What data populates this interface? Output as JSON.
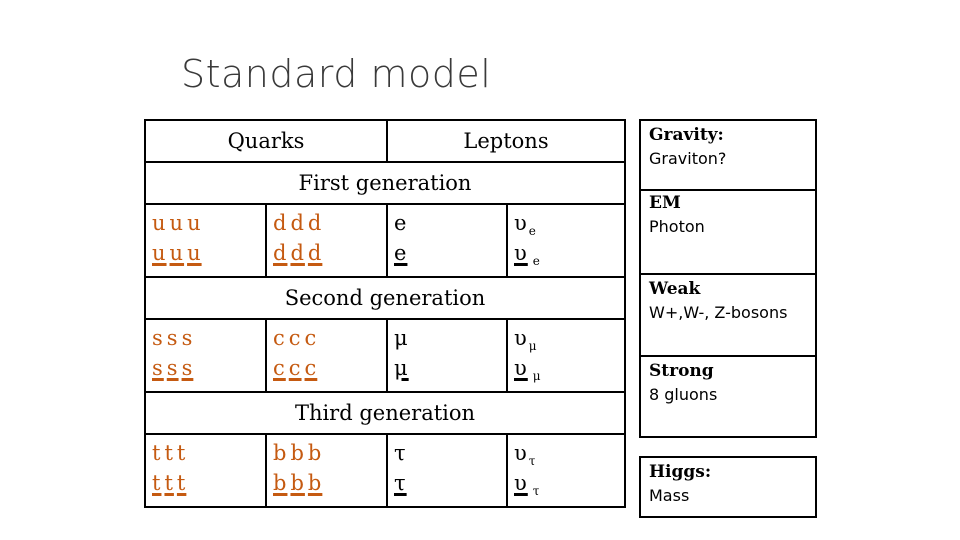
{
  "title": "Standard model",
  "headers": {
    "quarks": "Quarks",
    "leptons": "Leptons"
  },
  "generations": [
    {
      "label": "First generation",
      "q1": [
        "u",
        "u",
        "u"
      ],
      "q2": [
        "d",
        "d",
        "d"
      ],
      "lep": "e",
      "nu": "υ",
      "nu_sub": "e"
    },
    {
      "label": "Second generation",
      "q1": [
        "s",
        "s",
        "s"
      ],
      "q2": [
        "c",
        "c",
        "c"
      ],
      "lep": "μ",
      "nu": "υ",
      "nu_sub": "μ"
    },
    {
      "label": "Third generation",
      "q1": [
        "t",
        "t",
        "t"
      ],
      "q2": [
        "b",
        "b",
        "b"
      ],
      "lep": "τ",
      "nu": "υ",
      "nu_sub": "τ"
    }
  ],
  "forces": [
    {
      "name": "Gravity:",
      "carrier": "Graviton?"
    },
    {
      "name": "EM",
      "carrier": "Photon"
    },
    {
      "name": "Weak",
      "carrier": "W+,W-, Z-bosons"
    },
    {
      "name": "Strong",
      "carrier": "8 gluons"
    },
    {
      "name": "Higgs:",
      "carrier": "Mass"
    }
  ],
  "colors": {
    "quark": "#c55a11",
    "underline_red": "#c00000",
    "underline_blue": "#2e75b6",
    "underline_green": "#70ad47"
  }
}
